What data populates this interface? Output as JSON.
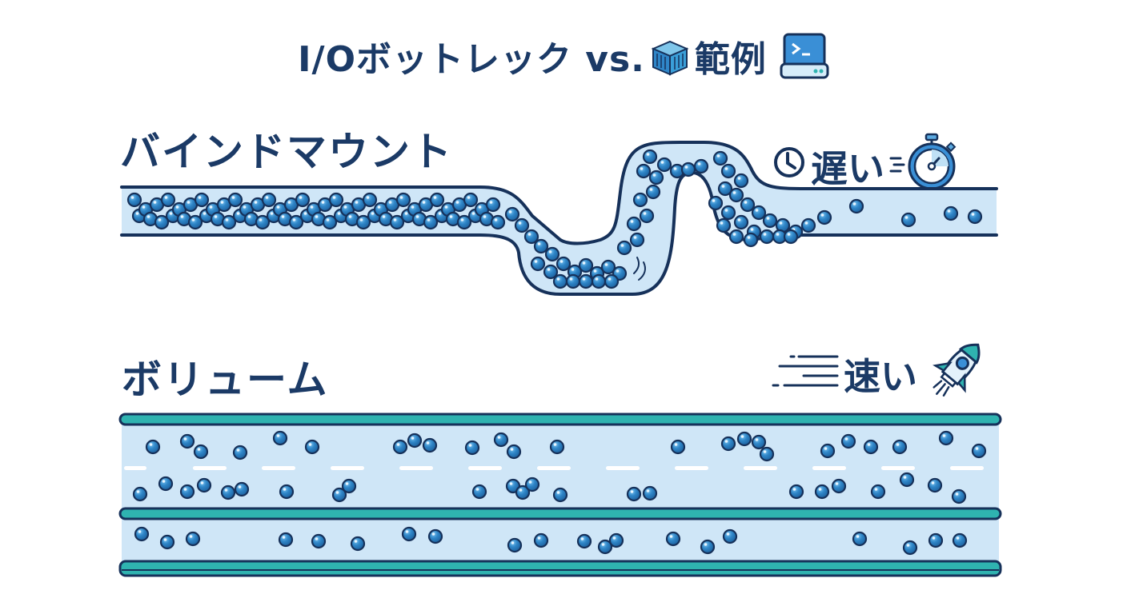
{
  "title": {
    "prefix": "I/Oボットレック vs.",
    "suffix": "範例",
    "icons": [
      "container-box-icon",
      "terminal-drive-icon"
    ]
  },
  "bind_mount": {
    "label": "バインドマウント",
    "speed_label": "遅い",
    "icons": [
      "clock-icon",
      "stopwatch-icon"
    ],
    "description": "narrow winding pipe, congested particles"
  },
  "volume": {
    "label": "ボリューム",
    "speed_label": "速い",
    "icons": [
      "speed-lines-icon",
      "rocket-icon"
    ],
    "description": "wide two-lane pipe, free-flowing particles"
  },
  "colors": {
    "text": "#1b3a66",
    "pipe_fill": "#cfe6f7",
    "pipe_outline": "#16315a",
    "particle": "#2f86c8",
    "particle_outline": "#16315a",
    "volume_rail": "#2fb3b0",
    "lane_marker": "#ffffff"
  }
}
